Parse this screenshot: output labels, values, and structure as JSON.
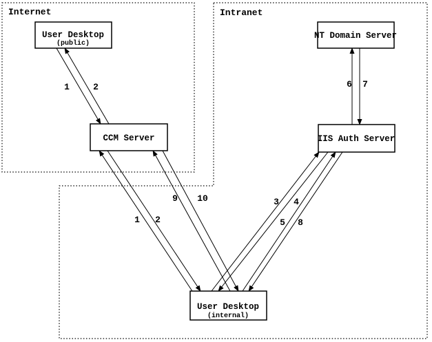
{
  "colors": {
    "background": "#ffffff",
    "foreground": "#000000"
  },
  "diagram": {
    "zones": {
      "internet": {
        "label": "Internet"
      },
      "intranet": {
        "label": "Intranet"
      }
    },
    "nodes": {
      "user_desktop_public": {
        "title": "User Desktop",
        "subtitle": "(public)",
        "zone": "Internet"
      },
      "ccm_server": {
        "title": "CCM Server",
        "zone": "Internet"
      },
      "nt_domain_server": {
        "title": "NT Domain Server",
        "zone": "Intranet"
      },
      "iis_auth_server": {
        "title": "IIS Auth Server",
        "zone": "Intranet"
      },
      "user_desktop_internal": {
        "title": "User Desktop",
        "subtitle": "(internal)",
        "zone": "Intranet"
      }
    },
    "connections": [
      {
        "label": "1",
        "from": "user_desktop_public",
        "to": "ccm_server"
      },
      {
        "label": "2",
        "from": "ccm_server",
        "to": "user_desktop_public"
      },
      {
        "label": "1",
        "from": "user_desktop_internal",
        "to": "ccm_server"
      },
      {
        "label": "2",
        "from": "ccm_server",
        "to": "user_desktop_internal"
      },
      {
        "label": "9",
        "from": "user_desktop_internal",
        "to": "ccm_server"
      },
      {
        "label": "10",
        "from": "ccm_server",
        "to": "user_desktop_internal"
      },
      {
        "label": "3",
        "from": "user_desktop_internal",
        "to": "iis_auth_server"
      },
      {
        "label": "4",
        "from": "iis_auth_server",
        "to": "user_desktop_internal"
      },
      {
        "label": "5",
        "from": "user_desktop_internal",
        "to": "iis_auth_server"
      },
      {
        "label": "8",
        "from": "iis_auth_server",
        "to": "user_desktop_internal"
      },
      {
        "label": "6",
        "from": "iis_auth_server",
        "to": "nt_domain_server"
      },
      {
        "label": "7",
        "from": "nt_domain_server",
        "to": "iis_auth_server"
      }
    ]
  }
}
